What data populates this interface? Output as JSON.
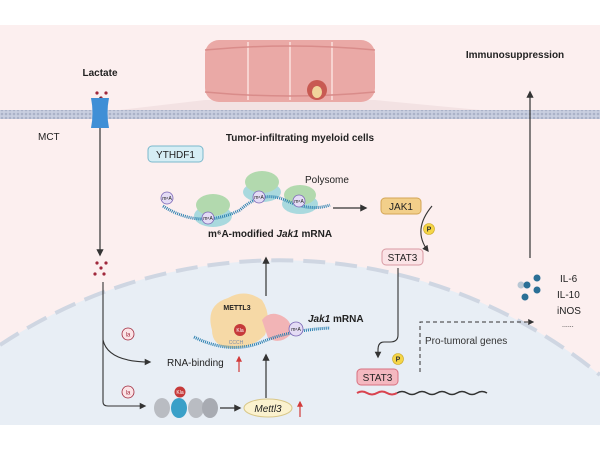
{
  "labels": {
    "lactate": "Lactate",
    "mct": "MCT",
    "immunosuppression": "Immunosuppression",
    "cell_type": "Tumor-infiltrating myeloid cells",
    "ythdf1": "YTHDF1",
    "polysome": "Polysome",
    "m6a": "m⁶A",
    "modified_mrna_prefix": "m⁶A-modified ",
    "modified_mrna_gene": "Jak1",
    "modified_mrna_suffix": " mRNA",
    "jak1": "JAK1",
    "stat3": "STAT3",
    "phospho": "P",
    "mettl3_protein": "METTL3",
    "kla": "Kla",
    "ccch": "CCCH",
    "jak1_mrna_gene": "Jak1",
    "jak1_mrna_suffix": " mRNA",
    "la": "la",
    "rna_binding": "RNA-binding",
    "mettl3_gene": "Mettl3",
    "pro_tumoral": "Pro-tumoral genes",
    "il6": "IL-6",
    "il10": "IL-10",
    "inos": "iNOS",
    "ellipsis": "......"
  },
  "colors": {
    "cytoplasm": "#fcefef",
    "nucleus": "#e8eef5",
    "lactate_dot": "#a0283c",
    "mct": "#3f8fd6",
    "upregulation_arrow": "#d23a3a",
    "mettl3": "#f6d9a6",
    "phospho": "#f5d547",
    "cytokine": "#2a6f96"
  }
}
